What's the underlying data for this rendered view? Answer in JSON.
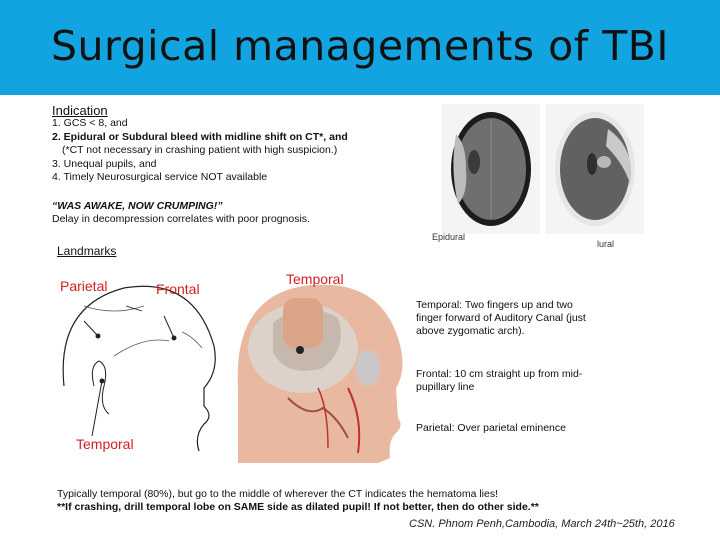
{
  "slide": {
    "title": "Surgical managements of TBI"
  },
  "indication": {
    "heading": "Indication",
    "items": [
      "1. GCS < 8, and",
      "2. Epidural or Subdural bleed with midline shift on CT*, and",
      "(*CT not necessary in crashing patient with high suspicion.)",
      "3. Unequal pupils, and",
      "4. Timely Neurosurgical service NOT available"
    ],
    "quote": "“WAS AWAKE, NOW CRUMPING!”",
    "delay": "Delay in decompression correlates with poor prognosis."
  },
  "ct_images": {
    "caption_left": "Epidural",
    "caption_right": "lural"
  },
  "landmarks": {
    "heading": "Landmarks",
    "parietal": "Parietal",
    "frontal": "Frontal",
    "temporal_top": "Temporal",
    "temporal_bottom": "Temporal",
    "desc_temporal": "Temporal: Two fingers up and two finger forward of Auditory Canal (just above zygomatic arch).",
    "desc_frontal": "Frontal: 10 cm straight up from mid-pupillary line",
    "desc_parietal": "Parietal: Over parietal eminence"
  },
  "footer": {
    "line1": "Typically temporal (80%), but go to the middle of wherever the CT indicates the hematoma lies!",
    "line2": "**If crashing, drill temporal lobe on SAME side as dilated pupil! If not better, then do other side.**",
    "credit": "CSN. Phnom Penh,Cambodia, March 24th~25th, 2016"
  }
}
